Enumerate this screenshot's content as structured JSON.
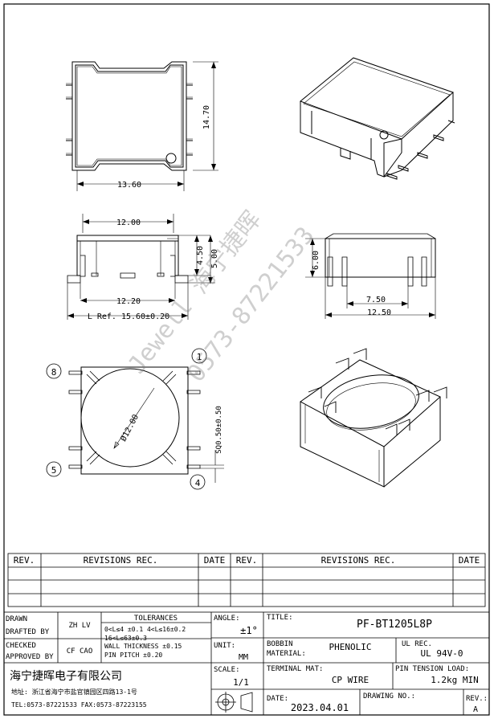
{
  "dims": {
    "width_top": "13.60",
    "height_top": "14.70",
    "width_front": "12.00",
    "pin_span": "12.20",
    "l_ref": "L Ref. 15.60±0.20",
    "h1": "4.50",
    "h2": "5.00",
    "side_h": "6.00",
    "side_w1": "7.50",
    "side_w2": "12.50",
    "diameter": "Ø12.00",
    "sq": "SQ0.50±0.50"
  },
  "pins": {
    "p1": "1",
    "p4": "4",
    "p5": "5",
    "p8": "8"
  },
  "watermark": {
    "line1": "Jewell 海宁捷晖",
    "line2": "0573-87221533"
  },
  "revisions": {
    "rev1": "REV.",
    "rec1": "REVISIONS   REC.",
    "date1": "DATE",
    "rev2": "REV.",
    "rec2": "REVISIONS   REC.",
    "date2": "DATE"
  },
  "title_block": {
    "drawn_label": "DRAWN",
    "drafted_label": "DRAFTED BY",
    "drafted_by": "ZH LV",
    "checked_label": "CHECKED",
    "approved_label": "APPROVED BY",
    "approved_by": "CF CAO",
    "tol_title": "TOLERANCES",
    "tol1": "0<L≤4 ±0.1  4<L≤16±0.2",
    "tol2": "16<L≤63±0.3",
    "tol3": "WALL THICKNESS ±0.15",
    "tol4": "PIN PITCH ±0.20",
    "angle_label": "ANGLE:",
    "angle": "±1°",
    "unit_label": "UNIT:",
    "unit": "MM",
    "title_label": "TITLE:",
    "title": "PF-BT1205L8P",
    "bobbin_label1": "BOBBIN",
    "bobbin_label2": "MATERIAL:",
    "bobbin": "PHENOLIC",
    "ul_label": "UL REC.",
    "ul": "UL 94V-0",
    "company": "海宁捷晖电子有限公司",
    "address": "地址: 浙江省海宁市盐官镇园区四路13-1号",
    "tel": "TEL:0573-87221533 FAX:0573-87223155",
    "scale_label": "SCALE:",
    "scale": "1/1",
    "terminal_label": "TERMINAL MAT:",
    "terminal": "CP WIRE",
    "tension_label": "PIN TENSION LOAD:",
    "tension": "1.2kg MIN",
    "date_label": "DATE:",
    "date": "2023.04.01",
    "drawing_label": "DRAWING NO.:",
    "rev_label": "REV.:",
    "rev": "A"
  }
}
